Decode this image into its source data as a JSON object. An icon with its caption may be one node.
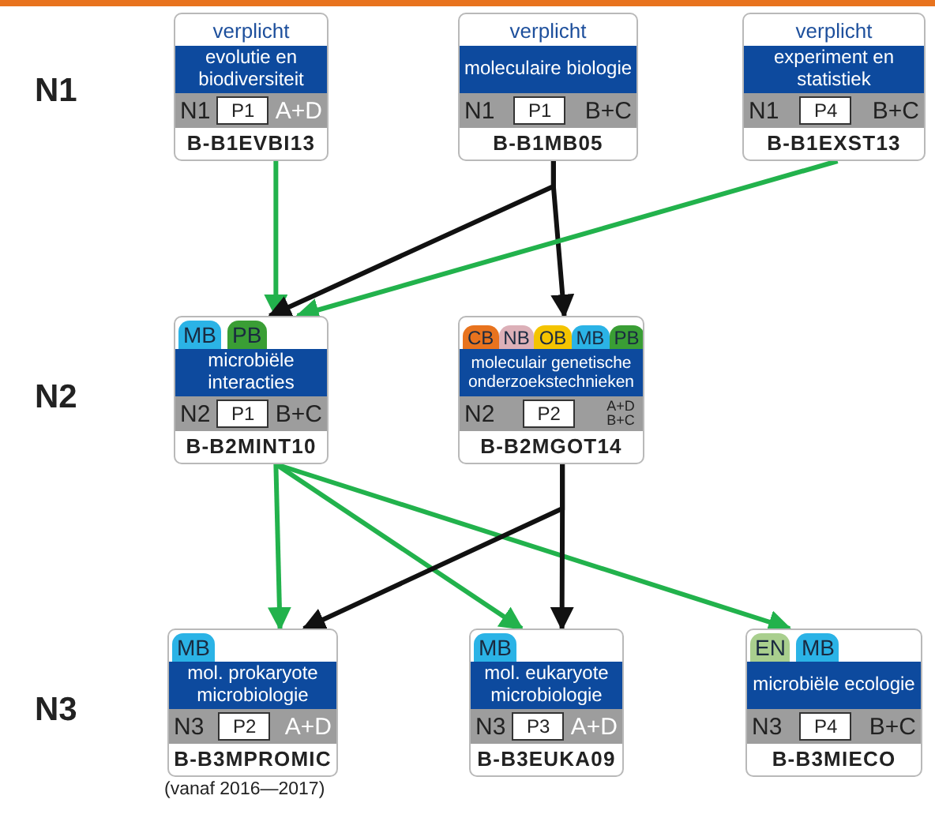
{
  "diagram": {
    "nodes": [
      {
        "text": [
          "verplicht",
          "evolutie en biodiversiteit",
          "N1",
          "P1",
          "A+D",
          "B-B1EVBI13"
        ]
      },
      {
        "text": [
          "verplicht",
          "moleculaire biologie",
          "N1",
          "P1",
          "B+C",
          "B-B1MB05"
        ]
      },
      {
        "text": [
          "verplicht",
          "experiment en statistiek",
          "N1",
          "P4",
          "B+C",
          "B-B1EXST13"
        ]
      },
      {
        "text": [
          "MB",
          "PB",
          "microbiële interacties",
          "N2",
          "P1",
          "B+C",
          "B-B2MINT10"
        ]
      },
      {
        "text": [
          "CB",
          "NB",
          "OB",
          "MB",
          "PB",
          "moleculair genetische onderzoekstechnieken",
          "N2",
          "P2",
          "A+D B+C",
          "B-B2MGOT14"
        ]
      },
      {
        "text": [
          "MB",
          "mol. prokaryote microbiologie",
          "N3",
          "P2",
          "A+D",
          "B-B3MPROMIC"
        ],
        "beside": [
          "(vanaf 2016—2017)"
        ]
      },
      {
        "text": [
          "MB",
          "mol. eukaryote microbiologie",
          "N3",
          "P3",
          "A+D",
          "B-B3EUKA09"
        ]
      },
      {
        "text": [
          "EN",
          "MB",
          "microbiële ecologie",
          "N3",
          "P4",
          "B+C",
          "B-B3MIECO"
        ]
      }
    ],
    "edges": [
      {
        "from": 0,
        "to": 3,
        "arrow": "to"
      },
      {
        "from": 1,
        "to": 3,
        "arrow": "to",
        "color": "#111111"
      },
      {
        "from": 1,
        "to": 4,
        "arrow": "to",
        "color": "#111111"
      },
      {
        "from": 2,
        "to": 3,
        "arrow": "to"
      },
      {
        "from": 3,
        "to": 5,
        "arrow": "to"
      },
      {
        "from": 3,
        "to": 6,
        "arrow": "to"
      },
      {
        "from": 3,
        "to": 7,
        "arrow": "to"
      },
      {
        "from": 4,
        "to": 5,
        "arrow": "to",
        "color": "#111111"
      },
      {
        "from": 4,
        "to": 6,
        "arrow": "to",
        "color": "#111111"
      }
    ],
    "labels": [
      "N1",
      "N2",
      "N3"
    ]
  }
}
